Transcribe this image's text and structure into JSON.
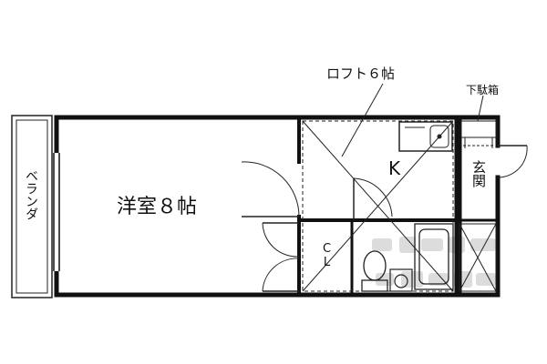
{
  "rooms": {
    "western_room": "洋室８帖",
    "loft": "ロフト６帖",
    "kitchen": "K",
    "closet": "CL",
    "shoe_box": "下駄箱"
  },
  "vertical_labels": {
    "veranda": "ベランダ",
    "entrance": "玄関"
  },
  "colors": {
    "wall": "#111111",
    "line": "#222222",
    "watermark": "#d0d0d0"
  }
}
